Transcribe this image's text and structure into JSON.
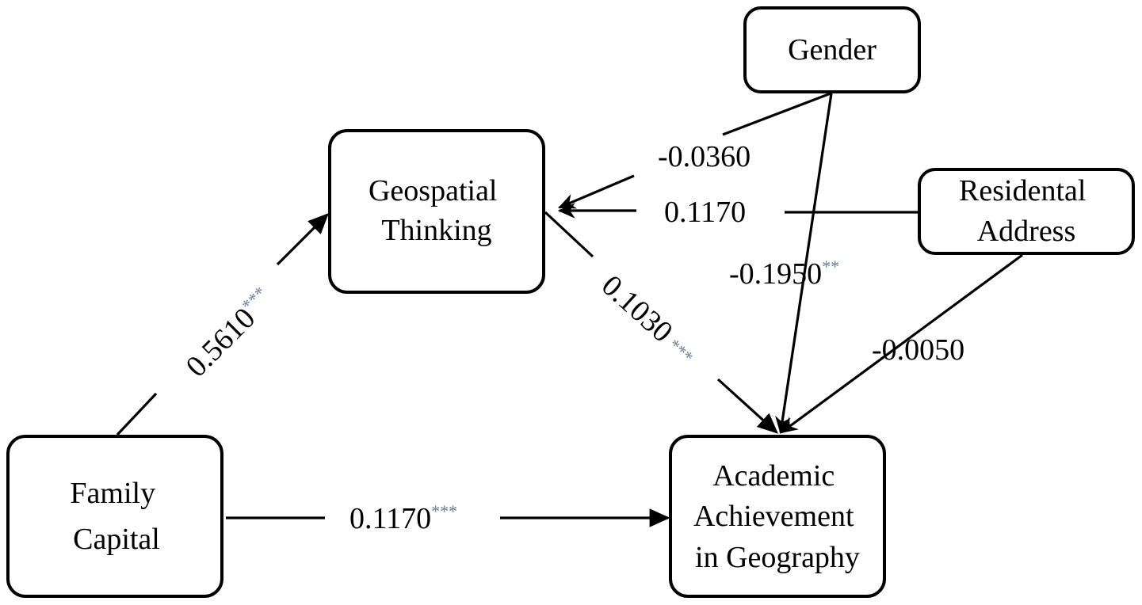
{
  "nodes": {
    "gender": [
      "Gender"
    ],
    "residential_address": [
      "Residental",
      "Address"
    ],
    "geospatial_thinking": [
      "Geospatial",
      "Thinking"
    ],
    "family_capital": [
      "Family",
      "Capital"
    ],
    "academic_achievement": [
      "Academic",
      "Achievement",
      "in Geography"
    ]
  },
  "paths": {
    "family_to_geospatial": {
      "coefficient": "0.5610",
      "significance": "***"
    },
    "geospatial_to_academic": {
      "coefficient": "0.1030",
      "significance": "***"
    },
    "family_to_academic": {
      "coefficient": "0.1170",
      "significance": "***"
    },
    "gender_to_geospatial": {
      "coefficient": "-0.0360",
      "significance": ""
    },
    "residential_to_geospatial": {
      "coefficient": "0.1170",
      "significance": ""
    },
    "gender_to_academic": {
      "coefficient": "-0.1950",
      "significance": "**"
    },
    "residential_to_academic": {
      "coefficient": "-0.0050",
      "significance": ""
    }
  },
  "colors": {
    "line": "#000000",
    "significance_marks": "#6b7e95"
  }
}
